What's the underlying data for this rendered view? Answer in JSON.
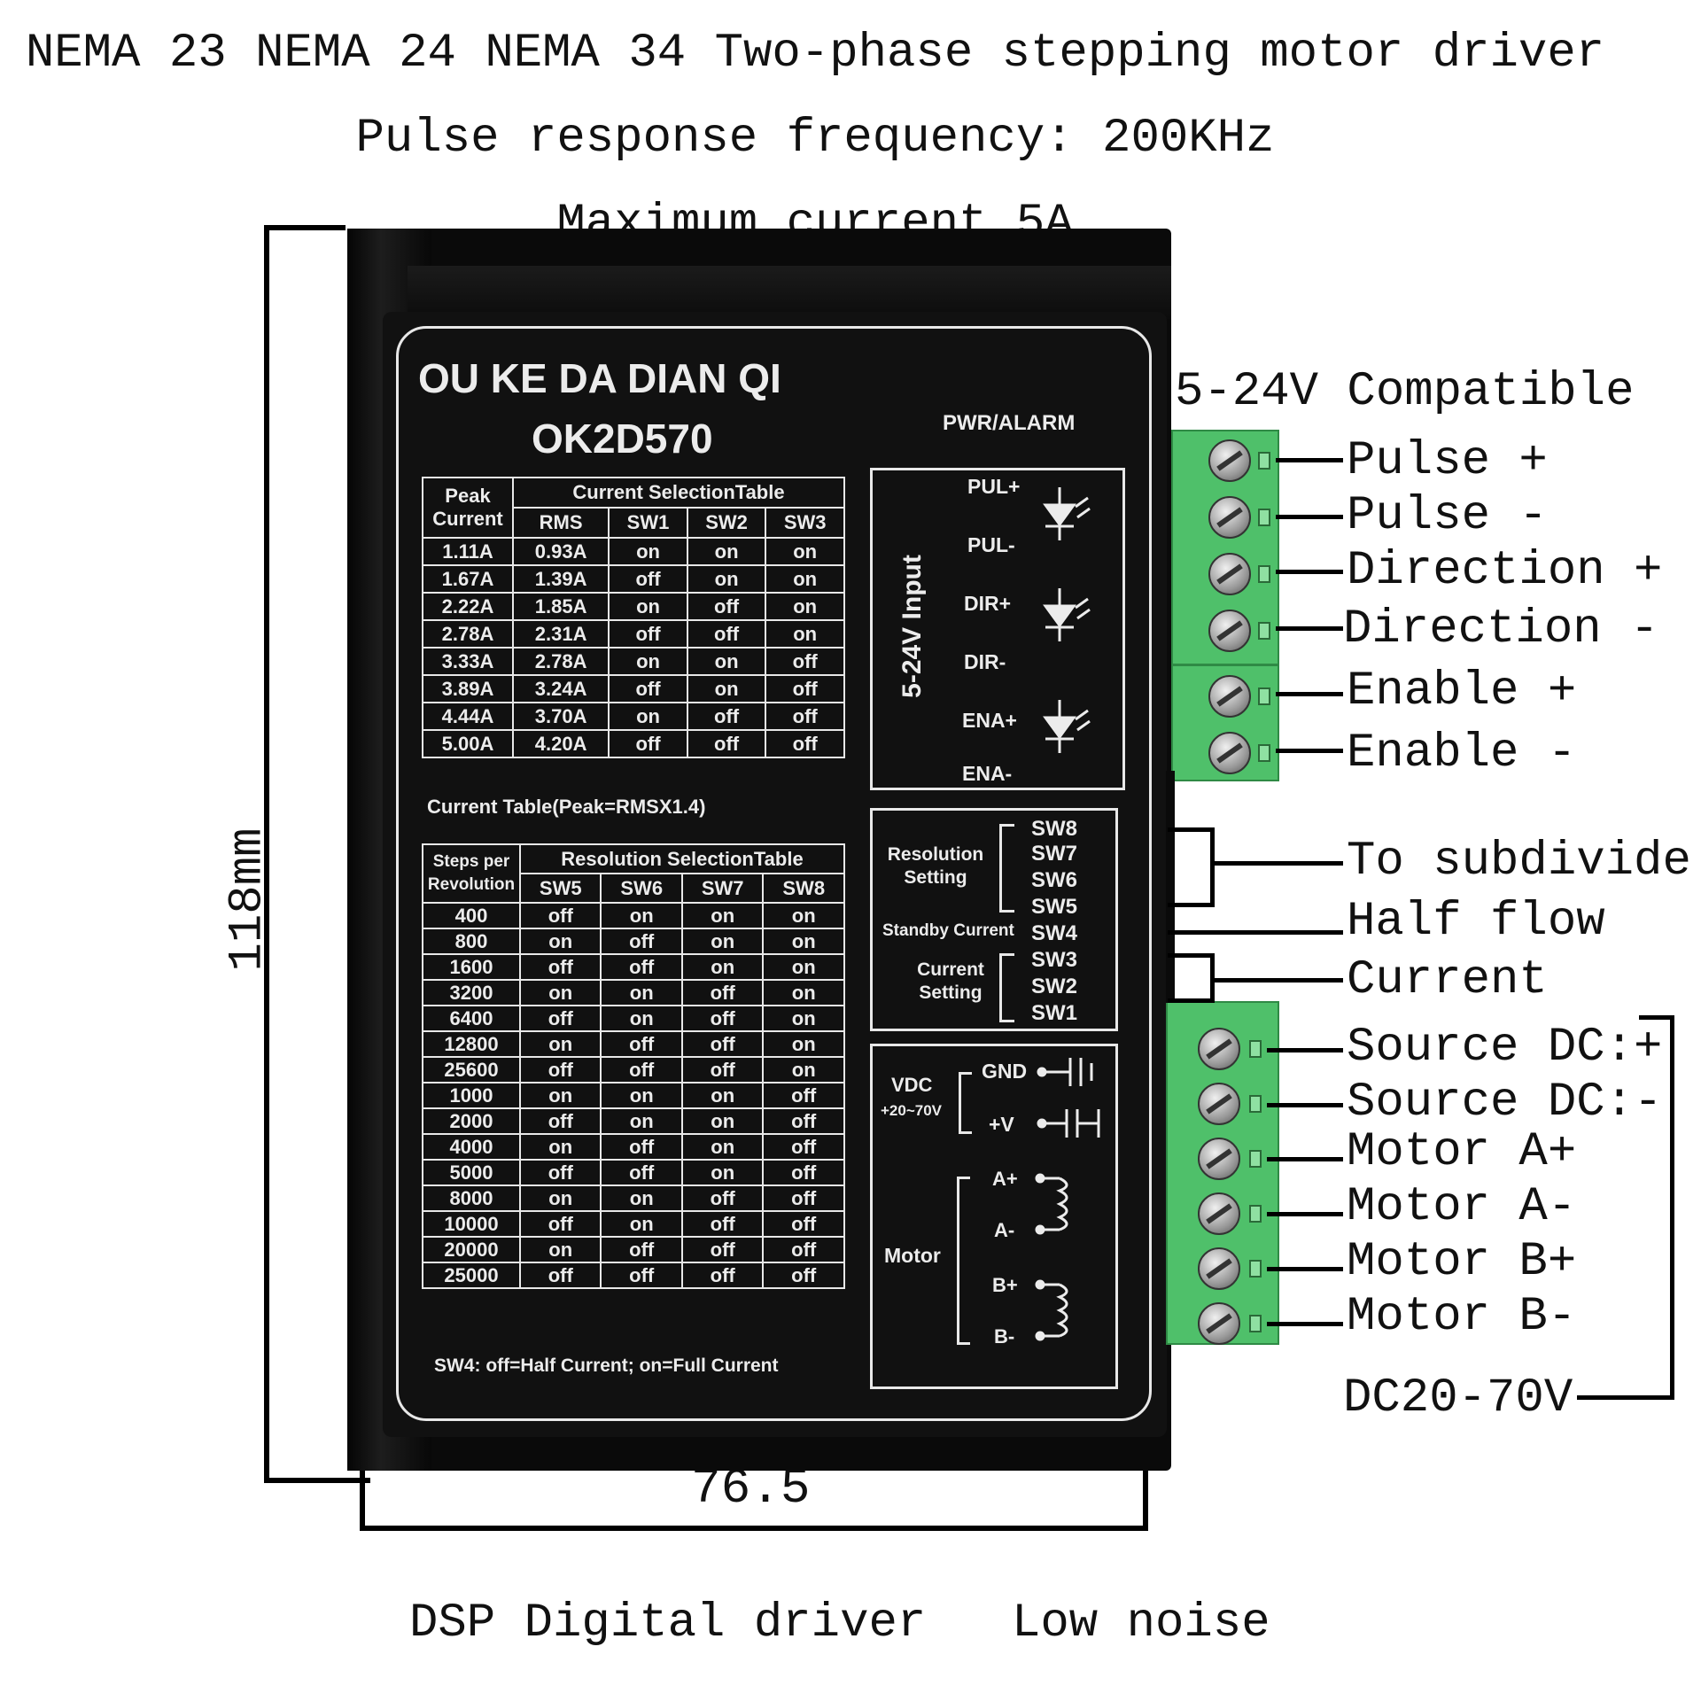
{
  "header": {
    "line1": "NEMA 23 NEMA 24 NEMA 34 Two-phase stepping motor driver",
    "line2": "Pulse response frequency: 200KHz",
    "line3": "Maximum current 5A"
  },
  "dimensions": {
    "height": "118mm",
    "width": "76.5"
  },
  "footer": {
    "left": "DSP Digital driver",
    "right": "Low noise"
  },
  "plate": {
    "brand": "OU KE DA DIAN QI",
    "model": "OK2D570",
    "pwr_alarm": "PWR/ALARM",
    "current_table": {
      "head_peak": "Peak",
      "head_current": "Current",
      "head_title": "Current SelectionTable",
      "cols": [
        "RMS",
        "SW1",
        "SW2",
        "SW3"
      ],
      "rows": [
        [
          "1.11A",
          "0.93A",
          "on",
          "on",
          "on"
        ],
        [
          "1.67A",
          "1.39A",
          "off",
          "on",
          "on"
        ],
        [
          "2.22A",
          "1.85A",
          "on",
          "off",
          "on"
        ],
        [
          "2.78A",
          "2.31A",
          "off",
          "off",
          "on"
        ],
        [
          "3.33A",
          "2.78A",
          "on",
          "on",
          "off"
        ],
        [
          "3.89A",
          "3.24A",
          "off",
          "on",
          "off"
        ],
        [
          "4.44A",
          "3.70A",
          "on",
          "off",
          "off"
        ],
        [
          "5.00A",
          "4.20A",
          "off",
          "off",
          "off"
        ]
      ],
      "note": "Current Table(Peak=RMSX1.4)"
    },
    "resolution_table": {
      "head_steps": "Steps per",
      "head_rev": "Revolution",
      "head_title": "Resolution SelectionTable",
      "cols": [
        "SW5",
        "SW6",
        "SW7",
        "SW8"
      ],
      "rows": [
        [
          "400",
          "off",
          "on",
          "on",
          "on"
        ],
        [
          "800",
          "on",
          "off",
          "on",
          "on"
        ],
        [
          "1600",
          "off",
          "off",
          "on",
          "on"
        ],
        [
          "3200",
          "on",
          "on",
          "off",
          "on"
        ],
        [
          "6400",
          "off",
          "on",
          "off",
          "on"
        ],
        [
          "12800",
          "on",
          "off",
          "off",
          "on"
        ],
        [
          "25600",
          "off",
          "off",
          "off",
          "on"
        ],
        [
          "1000",
          "on",
          "on",
          "on",
          "off"
        ],
        [
          "2000",
          "off",
          "on",
          "on",
          "off"
        ],
        [
          "4000",
          "on",
          "off",
          "on",
          "off"
        ],
        [
          "5000",
          "off",
          "off",
          "on",
          "off"
        ],
        [
          "8000",
          "on",
          "on",
          "off",
          "off"
        ],
        [
          "10000",
          "off",
          "on",
          "off",
          "off"
        ],
        [
          "20000",
          "on",
          "off",
          "off",
          "off"
        ],
        [
          "25000",
          "off",
          "off",
          "off",
          "off"
        ]
      ],
      "note": "SW4: off=Half Current; on=Full Current"
    },
    "input_box": {
      "vertical": "5-24V Input",
      "pins": [
        "PUL+",
        "PUL-",
        "DIR+",
        "DIR-",
        "ENA+",
        "ENA-"
      ]
    },
    "switch_box": {
      "resolution": [
        "Resolution",
        "Setting"
      ],
      "standby": "Standby Current",
      "current": [
        "Current",
        "Setting"
      ],
      "switches": [
        "SW8",
        "SW7",
        "SW6",
        "SW5",
        "SW4",
        "SW3",
        "SW2",
        "SW1"
      ]
    },
    "power_box": {
      "vdc": "VDC",
      "range": "+20~70V",
      "gnd": "GND",
      "v": "+V",
      "motor": "Motor",
      "phases": [
        "A+",
        "A-",
        "B+",
        "B-"
      ]
    }
  },
  "labels": {
    "compat": "5-24V Compatible",
    "signal": [
      "Pulse +",
      "Pulse -",
      "Direction +",
      "Direction -",
      "Enable +",
      "Enable -"
    ],
    "subdivide": "To subdivide",
    "half": "Half flow",
    "current": "Current",
    "power": [
      "Source DC:+",
      "Source DC:-",
      "Motor A+",
      "Motor A-",
      "Motor B+",
      "Motor B-"
    ],
    "dc": "DC20-70V"
  },
  "colors": {
    "terminal": "#4fc06a",
    "body": "#0a0a0a",
    "print": "#ececec"
  }
}
